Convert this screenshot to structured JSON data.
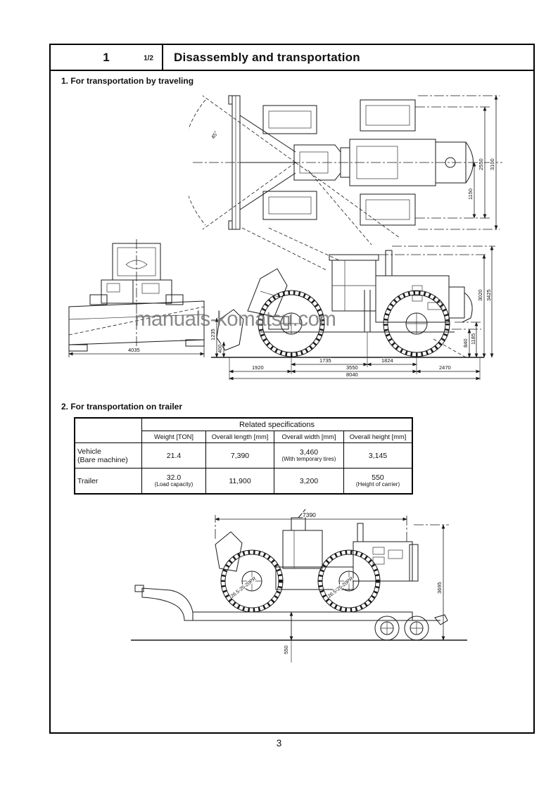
{
  "header": {
    "chapter": "1",
    "page_ref": "1/2",
    "title": "Disassembly and transportation"
  },
  "sections": {
    "s1_heading": "1. For transportation by traveling",
    "s2_heading": "2. For transportation on trailer"
  },
  "watermark": "manuals-komatsu.com",
  "page_number": "3",
  "spec_table": {
    "title": "Related specifications",
    "col_headers": [
      "Weight [TON]",
      "Overall length [mm]",
      "Overall width [mm]",
      "Overall height [mm]"
    ],
    "rows": [
      {
        "label": "Vehicle",
        "sublabel": "(Bare machine)",
        "weight": "21.4",
        "weight_note": "",
        "length": "7,390",
        "width": "3,460",
        "width_note": "(With temporary tires)",
        "height": "3,145",
        "height_note": ""
      },
      {
        "label": "Trailer",
        "sublabel": "",
        "weight": "32.0",
        "weight_note": "(Load capacity)",
        "length": "11,900",
        "width": "3,200",
        "width_note": "",
        "height": "550",
        "height_note": "(Height of carrier)"
      }
    ]
  },
  "drawings": {
    "plan_view": {
      "dims": {
        "swing_angle": "45°",
        "half_width": "1150",
        "tread": "2550",
        "overall_width": "3100"
      }
    },
    "front_view": {
      "dims": {
        "blade_width": "4035"
      }
    },
    "side_view": {
      "dims": {
        "front_overhang": "1920",
        "axle_to_joint": "1735",
        "joint_to_axle": "1824",
        "wheelbase": "3550",
        "rear_overhang": "2470",
        "overall_length": "8040",
        "blade_height": "1235",
        "step_height": "400",
        "ground_hub": "840",
        "hub_height": "1185",
        "cab_height": "3020",
        "overall_height": "3425"
      }
    },
    "trailer_view": {
      "dims": {
        "machine_length": "7390",
        "overall_height": "3695",
        "deck_height": "550"
      },
      "tire_label_front": "26.5-25-20PR",
      "tire_label_rear": "26.5-25-20PR"
    }
  }
}
